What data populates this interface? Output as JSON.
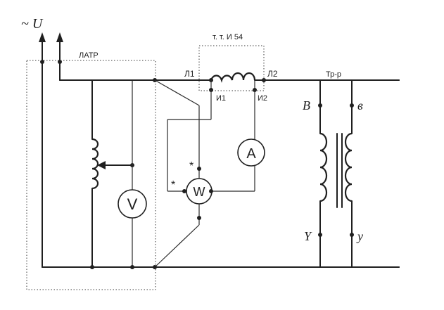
{
  "colors": {
    "ink": "#1f1f1f",
    "background": "#ffffff"
  },
  "labels": {
    "supply": "~ U",
    "latr": "ЛАТР",
    "current_transformer": "т. т. И 54",
    "l1": "Л1",
    "l2": "Л2",
    "i1": "И1",
    "i2": "И2",
    "transformer": "Тр-р",
    "primary_top": "B",
    "secondary_top": "в",
    "primary_bottom": "Y",
    "secondary_bottom": "у",
    "voltmeter": "V",
    "ammeter": "A",
    "wattmeter": "W",
    "star_top": "*",
    "star_left": "*"
  }
}
